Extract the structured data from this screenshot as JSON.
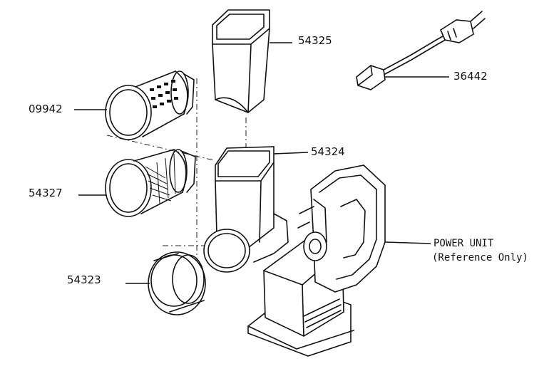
{
  "parts": {
    "funnel": "54325",
    "power_cord": "36442",
    "fine_shredder_cone": "09942",
    "housing": "54324",
    "slicer_cone": "54327",
    "end_cap": "54323"
  },
  "power_unit": {
    "label": "POWER UNIT",
    "note": "(Reference Only)"
  }
}
